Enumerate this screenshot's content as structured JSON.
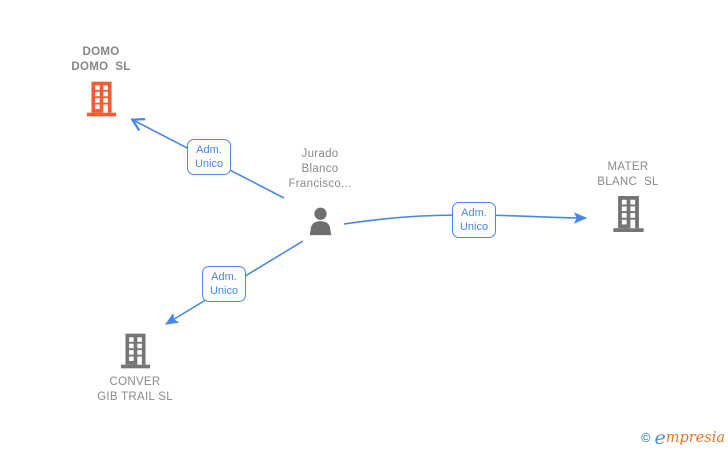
{
  "diagram_title": "corporate-relations-graph",
  "nodes": {
    "person": {
      "line1": "Jurado",
      "line2": "Blanco",
      "line3": "Francisco..."
    },
    "domo": {
      "line1": "DOMO",
      "line2": "DOMO  SL",
      "highlighted": true
    },
    "mater": {
      "line1": "MATER",
      "line2": "BLANC  SL",
      "highlighted": false
    },
    "conver": {
      "line1": "CONVER",
      "line2": "GIB TRAIL SL",
      "highlighted": false
    }
  },
  "edges": {
    "person_to_domo": {
      "line1": "Adm.",
      "line2": "Unico"
    },
    "person_to_mater": {
      "line1": "Adm.",
      "line2": "Unico"
    },
    "person_to_conver": {
      "line1": "Adm.",
      "line2": "Unico"
    }
  },
  "footer": {
    "copyright_symbol": "©",
    "brand_initial": "e",
    "brand_rest": "mpresia"
  },
  "colors": {
    "arrow_blue": "#4a86e8",
    "edge_label_blue": "#4a86e8",
    "node_text_gray": "#8a8a8a",
    "building_gray": "#757575",
    "building_highlight_orange": "#fa5b30",
    "person_gray": "#6f6f6f",
    "logo_copyright_teal": "#20798d",
    "logo_initial_blue": "#4a90d2",
    "logo_text_orange": "#e8762a"
  }
}
